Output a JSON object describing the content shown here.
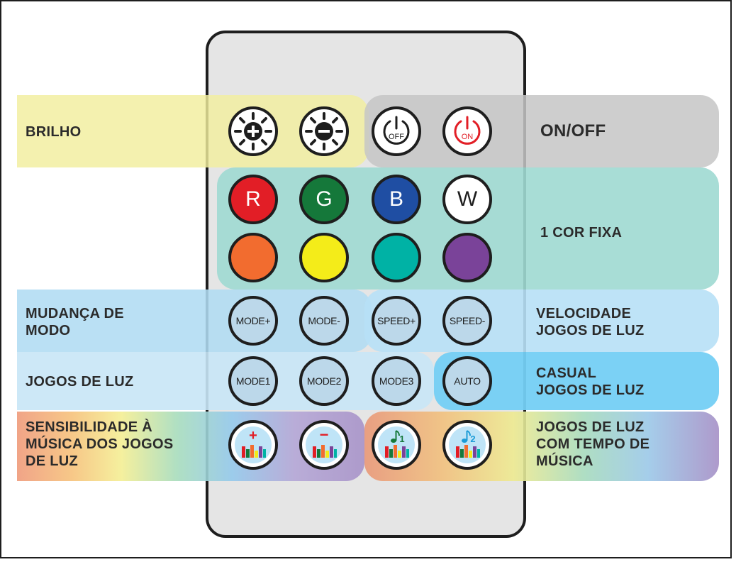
{
  "labels": {
    "brilho": "BRILHO",
    "onoff": "ON/OFF",
    "cor_fixa": "1 COR FIXA",
    "mudanca_l1": "MUDANÇA DE",
    "mudanca_l2": "MODO",
    "velocidade_l1": "VELOCIDADE",
    "velocidade_l2": "JOGOS DE LUZ",
    "jogos": "JOGOS DE LUZ",
    "casual_l1": "CASUAL",
    "casual_l2": "JOGOS DE LUZ",
    "sens_l1": "SENSIBILIDADE À",
    "sens_l2": "MÚSICA DOS JOGOS",
    "sens_l3": "DE LUZ",
    "tempo_l1": "JOGOS DE LUZ",
    "tempo_l2": "COM TEMPO DE",
    "tempo_l3": "MÚSICA"
  },
  "buttons": {
    "power_off": "OFF",
    "power_on": "ON",
    "colors": [
      "R",
      "G",
      "B",
      "W"
    ],
    "mode_row1": [
      "MODE+",
      "MODE-",
      "SPEED+",
      "SPEED-"
    ],
    "mode_row2": [
      "MODE1",
      "MODE2",
      "MODE3",
      "AUTO"
    ],
    "music_marks": [
      "+",
      "−",
      "1",
      "2"
    ]
  },
  "colors": {
    "red": "#e21e26",
    "green": "#15783a",
    "blue": "#1f4ea3",
    "white": "#ffffff",
    "orange": "#f26c2f",
    "yellow": "#f4ec19",
    "teal": "#00b2a5",
    "purple": "#7a4399",
    "brilho_band": "#f1ee9e",
    "onoff_band": "#cacaca",
    "cor_band": "#a3dcd5",
    "modo_band": "#b7e0f6",
    "jogos_band": "#cde7f7",
    "casual_band": "#7fd3f5"
  }
}
